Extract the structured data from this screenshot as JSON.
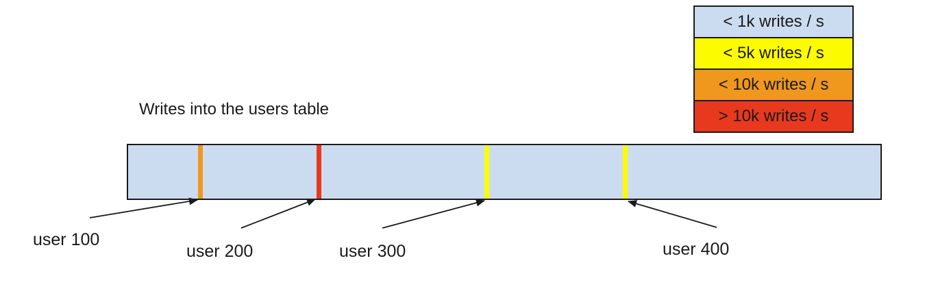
{
  "title": "Writes into the users table",
  "legend": {
    "items": [
      {
        "label": "< 1k writes / s",
        "color": "#ccdcf0"
      },
      {
        "label": "< 5k writes / s",
        "color": "#fdfb00"
      },
      {
        "label": "< 10k writes / s",
        "color": "#f0971d"
      },
      {
        "label": "> 10k writes / s",
        "color": "#e8391e"
      }
    ]
  },
  "bar": {
    "fill": "#ccdcf0",
    "border_color": "#1a1a1a",
    "markers": [
      {
        "user": "user 100",
        "rate": "< 10k writes / s",
        "color": "#f0971d",
        "left_pct": 9.3
      },
      {
        "user": "user 200",
        "rate": "> 10k writes / s",
        "color": "#e8391e",
        "left_pct": 25.0
      },
      {
        "user": "user 300",
        "rate": "< 5k writes / s",
        "color": "#fdfb00",
        "left_pct": 47.4
      },
      {
        "user": "user 400",
        "rate": "< 5k writes / s",
        "color": "#fdfb00",
        "left_pct": 65.8
      }
    ]
  }
}
